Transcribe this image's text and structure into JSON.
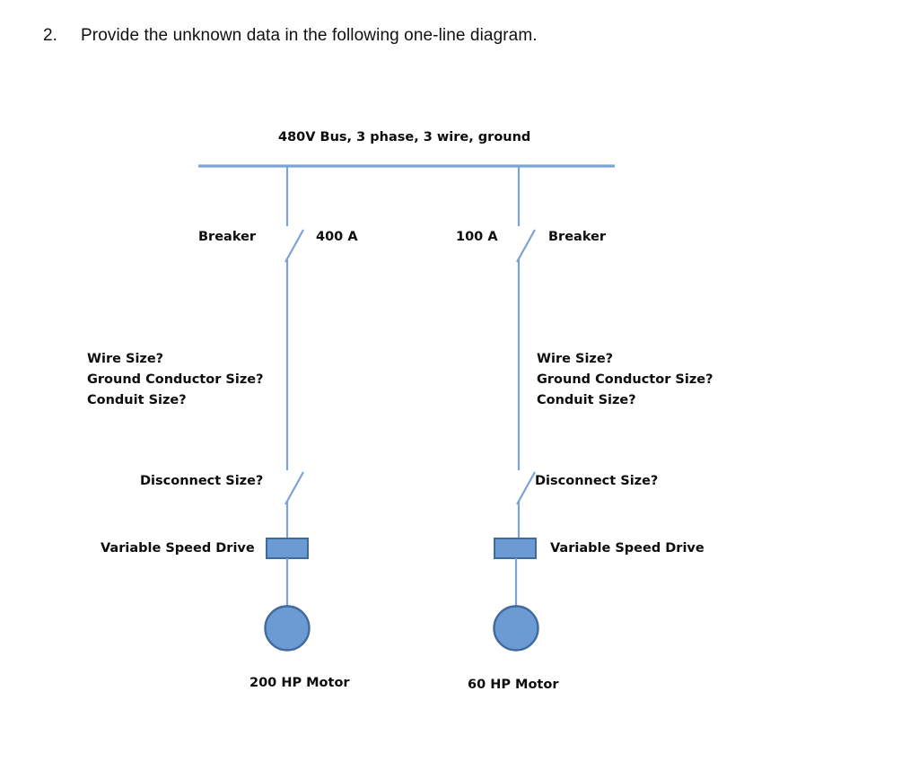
{
  "question": {
    "number": "2.",
    "text": "Provide the unknown data in the following one-line diagram."
  },
  "diagram": {
    "bus_label": "480V Bus, 3 phase, 3 wire, ground",
    "colors": {
      "line": "#7ba3d6",
      "shape_fill": "#6b9bd2",
      "shape_stroke": "#41699b",
      "text": "#0d0d0d"
    },
    "feeders": [
      {
        "id": "left",
        "device_label": "Breaker",
        "breaker_rating": "400 A",
        "questions": [
          "Wire Size?",
          "Ground Conductor Size?",
          "Conduit Size?"
        ],
        "disconnect_label": "Disconnect Size?",
        "drive_label": "Variable Speed Drive",
        "motor_label": "200 HP Motor"
      },
      {
        "id": "right",
        "device_label": "Breaker",
        "breaker_rating": "100 A",
        "questions": [
          "Wire Size?",
          "Ground Conductor Size?",
          "Conduit Size?"
        ],
        "disconnect_label": "Disconnect Size?",
        "drive_label": "Variable Speed Drive",
        "motor_label": "60 HP Motor"
      }
    ]
  }
}
